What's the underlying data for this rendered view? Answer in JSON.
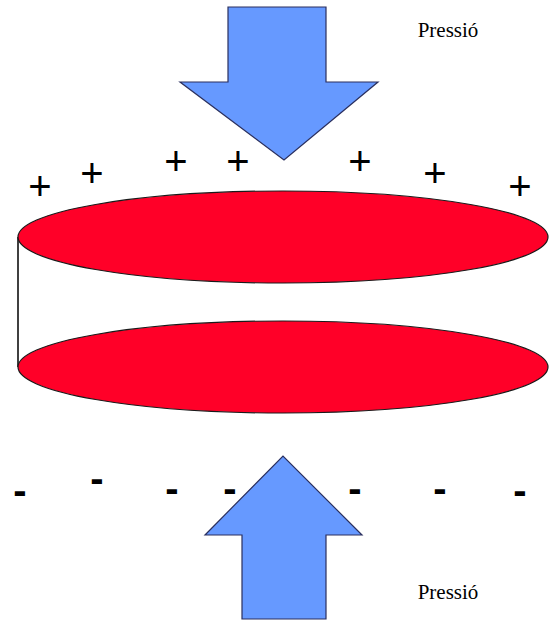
{
  "diagram": {
    "labels": [
      "Pressió",
      "+",
      "+",
      "+",
      "+",
      "+",
      "+",
      "+",
      "-",
      "-",
      "-",
      "-",
      "-",
      "-",
      "-",
      "Pressió"
    ]
  }
}
